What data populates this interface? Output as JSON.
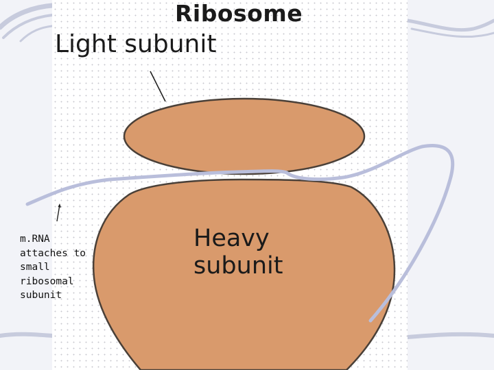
{
  "diagram": {
    "title": "Ribosome",
    "light_subunit_label": "Light subunit",
    "heavy_subunit_label": "Heavy\nsubunit",
    "mrna_annotation": "m.RNA\nattaches to\nsmall\nribosomal\nsubunit"
  },
  "colors": {
    "subunit_fill": "#d99a6c",
    "subunit_outline": "#4a4038",
    "mrna_strand": "#b9bedb",
    "slide_background": "#f2f3f8"
  }
}
